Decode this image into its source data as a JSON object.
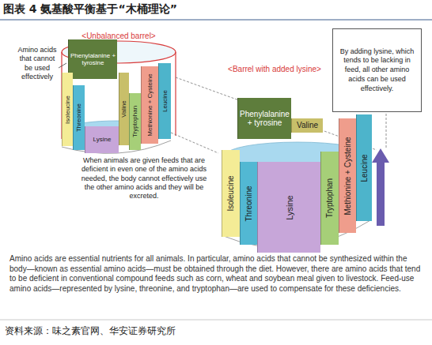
{
  "diagram": {
    "title": "图表 4 氨基酸平衡基于“木桶理论”",
    "nodes": [
      {
        "text": [
          "Phenylalanine + tyrosine"
        ]
      },
      {
        "text": [
          "Isoleucine"
        ]
      },
      {
        "text": [
          "Threonine"
        ]
      },
      {
        "text": [
          "Lysine"
        ]
      },
      {
        "text": [
          "Valine"
        ]
      },
      {
        "text": [
          "Tryptophan"
        ]
      },
      {
        "text": [
          "Methionine + Cysteine"
        ]
      },
      {
        "text": [
          "Leucine"
        ]
      },
      {
        "text": [
          "By adding lysine, which tends to be lacking in feed, all other amino acids can be used effectively."
        ]
      },
      {
        "text": [
          "Phenylalanine + tyrosine"
        ]
      },
      {
        "text": [
          "Valine"
        ]
      },
      {
        "text": [
          "Isoleucine"
        ]
      },
      {
        "text": [
          "Threonine"
        ]
      },
      {
        "text": [
          "Lysine"
        ]
      },
      {
        "text": [
          "Tryptophan"
        ]
      },
      {
        "text": [
          "Methionine + Cysteine"
        ]
      },
      {
        "text": [
          "Leucine"
        ]
      }
    ],
    "labels": [
      "<Unbalanced barrel>",
      "Amino acids that cannot be used effectively",
      "<Barrel with added lysine>",
      "When animals are given feeds that are deficient in even one of the amino acids needed, the body cannot effectively use the other amino acids and they will be excreted.",
      "Amino acids are essential nutrients for all animals. In particular, amino acids that cannot be synthesized within the body—known as essential amino acids—must be obtained through the diet. However, there are amino acids that tend to be deficient in conventional compound feeds such as corn, wheat and soybean meal given to livestock. Feed-use amino acids—represented by lysine, threonine, and tryptophan—are used to compensate for these deficiencies.",
      "资料来源：味之素官网、华安证券研究所"
    ]
  }
}
